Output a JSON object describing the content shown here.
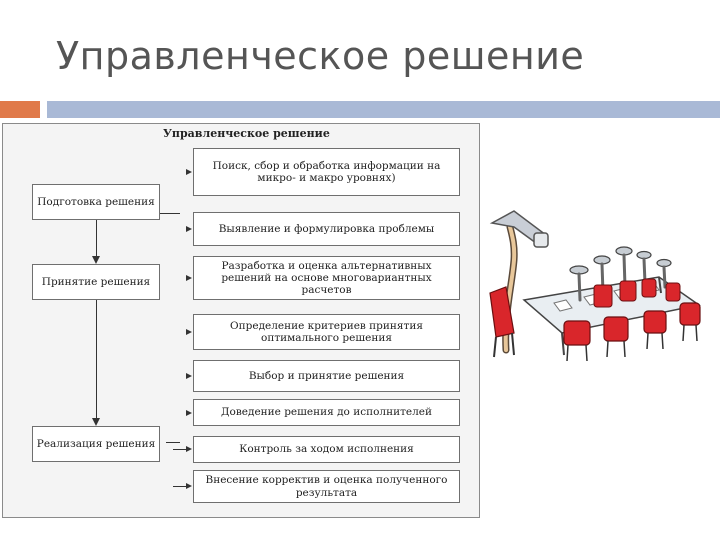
{
  "slide": {
    "title": "Управленческое решение"
  },
  "diagram": {
    "title": "Управленческое  решение",
    "stages": [
      "Подготовка решения",
      "Принятие решения",
      "Реализация  решения"
    ],
    "steps": [
      "Поиск, сбор и обработка информации на микро- и макро уровнях)",
      "Выявление и формулировка проблемы",
      "Разработка и оценка альтернативных решений на основе многовариантных расчетов",
      "Определение критериев принятия оптимального решения",
      "Выбор и принятие решения",
      "Доведение решения до исполнителей",
      "Контроль за  ходом исполнения",
      "Внесение корректив и оценка полученного результата"
    ]
  },
  "illustration": {
    "icon": "meeting-table-illustration",
    "colors": {
      "chair": "#d9262b",
      "table": "#e9eef2",
      "figures": "#c7cdd3"
    }
  }
}
